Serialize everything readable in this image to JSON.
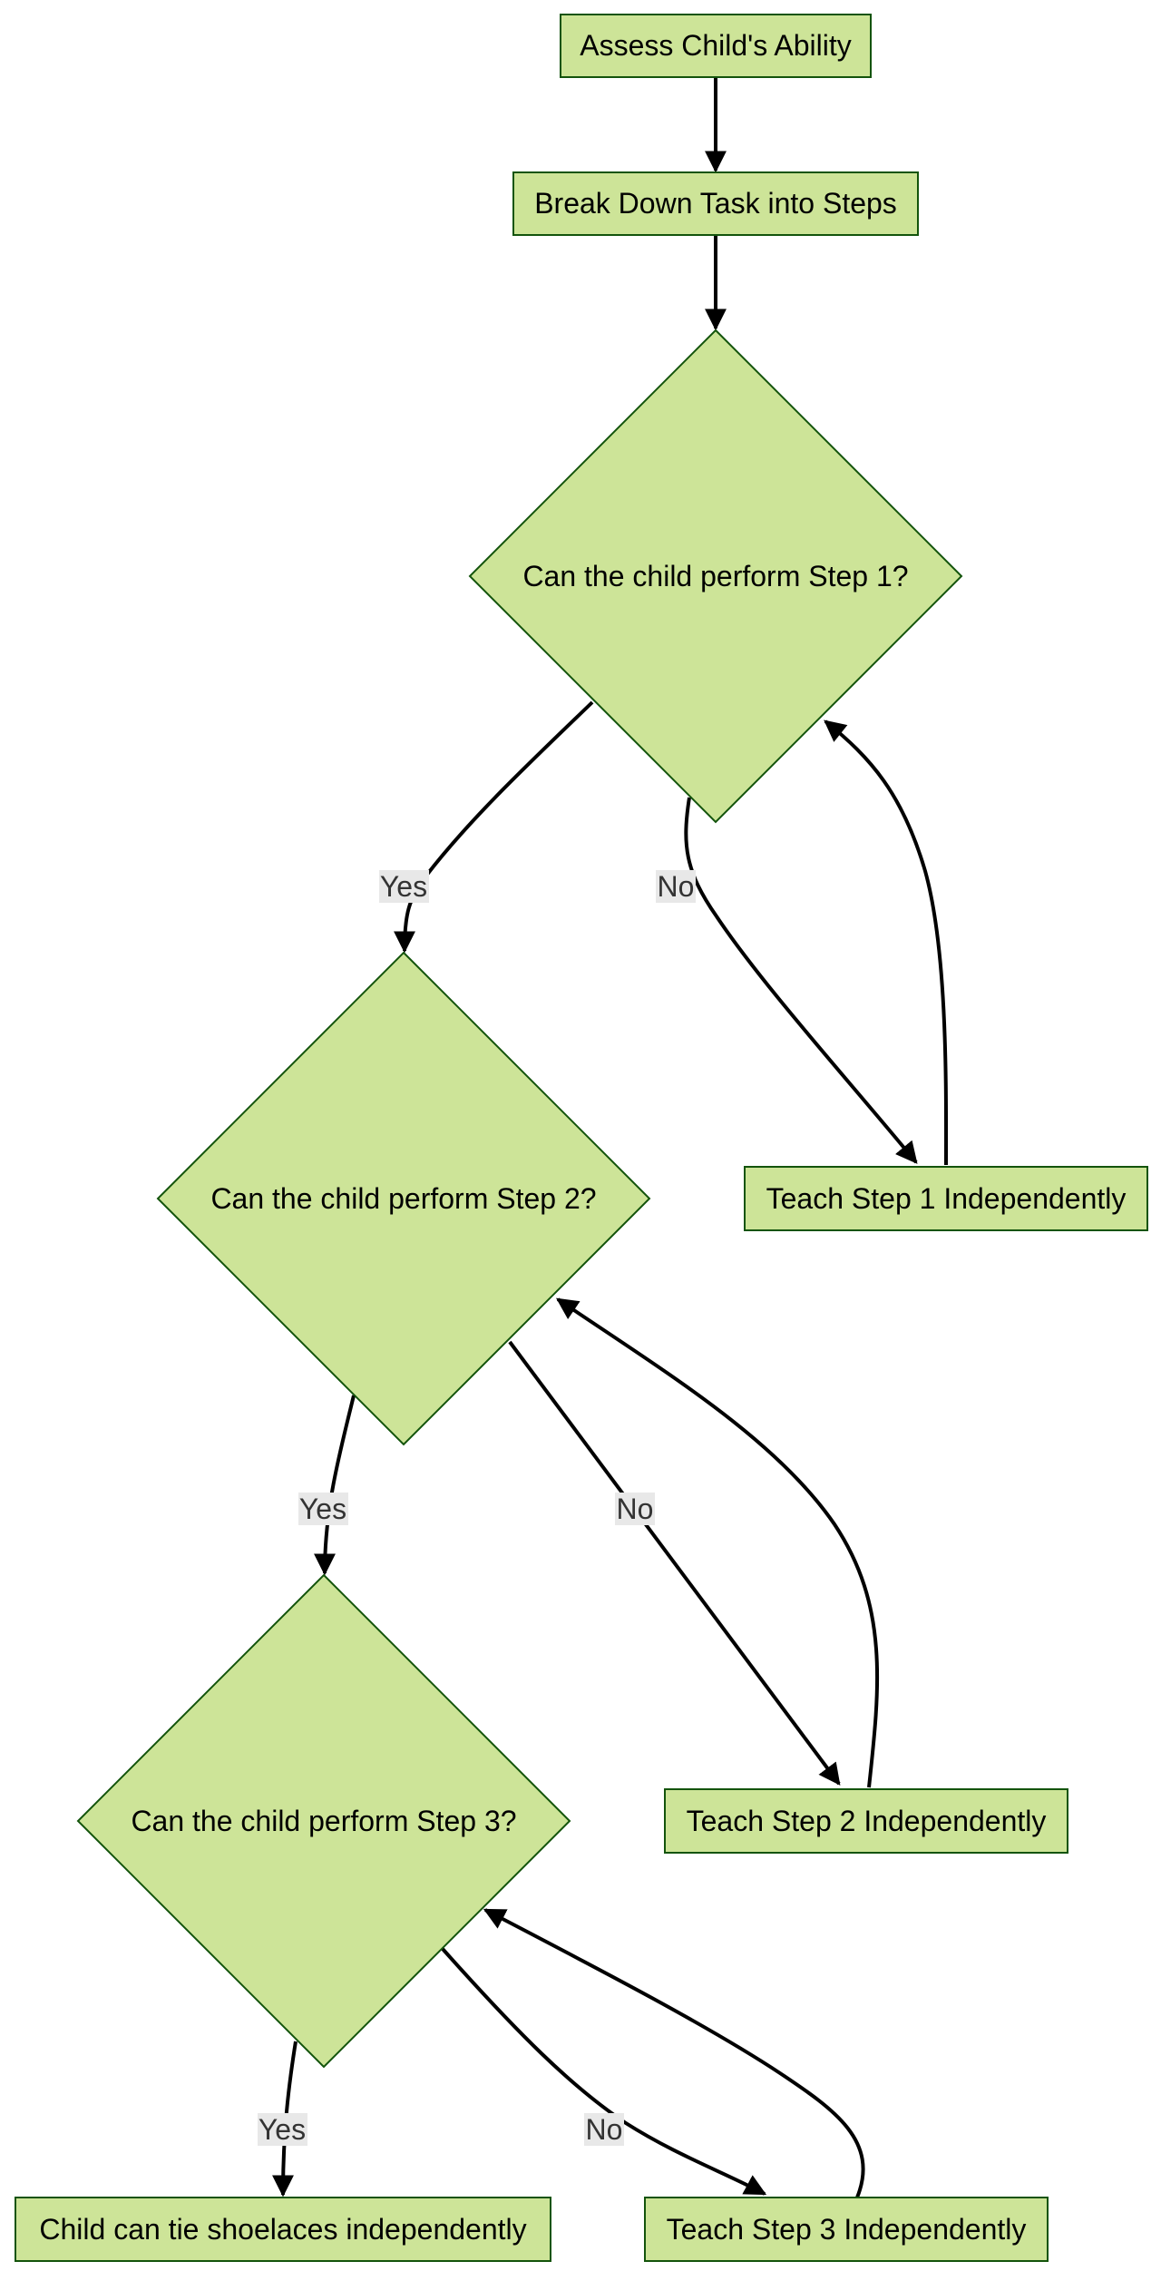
{
  "nodes": {
    "assess": "Assess Child's Ability",
    "break_down": "Break Down Task into Steps",
    "q_step1": "Can the child perform Step 1?",
    "q_step2": "Can the child perform Step 2?",
    "q_step3": "Can the child perform Step 3?",
    "teach_step1": "Teach Step 1 Independently",
    "teach_step2": "Teach Step 2 Independently",
    "teach_step3": "Teach Step 3 Independently",
    "done": "Child can tie shoelaces independently"
  },
  "edge_labels": {
    "q1_yes": "Yes",
    "q1_no": "No",
    "q2_yes": "Yes",
    "q2_no": "No",
    "q3_yes": "Yes",
    "q3_no": "No"
  },
  "colors": {
    "node_fill": "#cde498",
    "node_stroke": "#13540c",
    "edge": "#000000",
    "edge_label_bg": "#e8e8e8"
  }
}
